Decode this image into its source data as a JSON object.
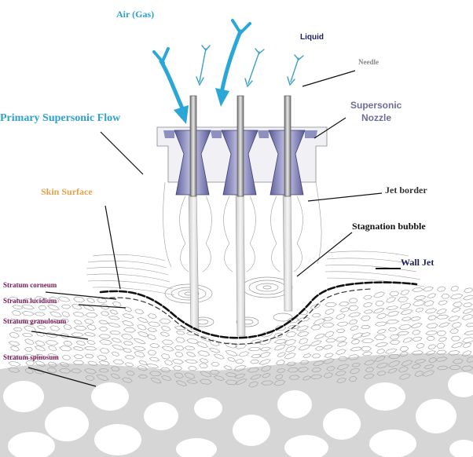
{
  "labels": {
    "air_gas": "Air (Gas)",
    "liquid": "Liquid",
    "needle": "Needle",
    "primary_flow": "Primary Supersonic Flow",
    "supersonic_nozzle_1": "Supersonic",
    "supersonic_nozzle_2": "Nozzle",
    "skin_surface": "Skin Surface",
    "jet_border": "Jet border",
    "stagnation_bubble": "Stagnation bubble",
    "wall_jet": "Wall Jet",
    "stratum_corneum": "Stratum corneum",
    "stratum_lucidium": "Stratum lucidium",
    "stratum_granulosum": "Stratum granulosum",
    "stratum_spinosum": "Stratum spinosum"
  },
  "colors": {
    "air_arrow": "#2aa7d6",
    "liquid_arrow": "#3ea0c4",
    "label_blue": "#2fa2cc",
    "label_navy": "#1a1f5c",
    "label_gray": "#888888",
    "label_orange": "#e4a24a",
    "label_purple": "#7a1a58",
    "nozzle": "#5c5c9c",
    "skin_line": "#111111"
  }
}
